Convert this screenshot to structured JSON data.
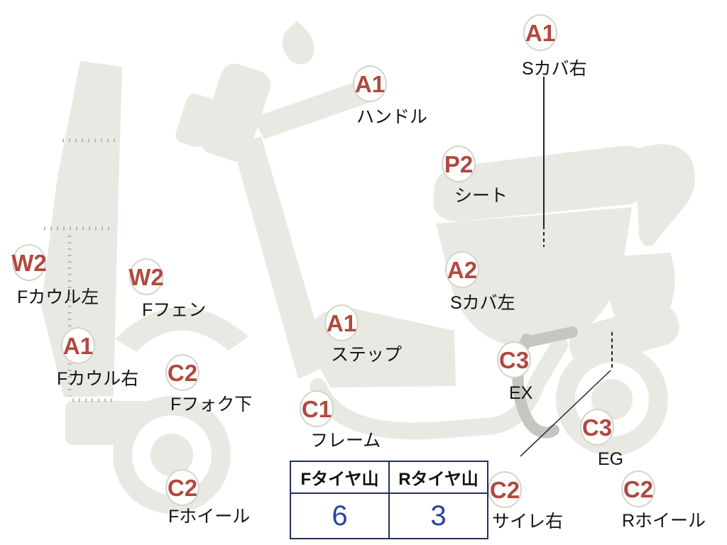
{
  "diagram_type": "vehicle-condition-map",
  "markers": [
    {
      "grade": "A1",
      "part": "Sカバ右"
    },
    {
      "grade": "A1",
      "part": "ハンドル"
    },
    {
      "grade": "P2",
      "part": "シート"
    },
    {
      "grade": "W2",
      "part": "Fカウル左"
    },
    {
      "grade": "W2",
      "part": "Fフェン"
    },
    {
      "grade": "A2",
      "part": "Sカバ左"
    },
    {
      "grade": "A1",
      "part": "ステップ"
    },
    {
      "grade": "A1",
      "part": "Fカウル右"
    },
    {
      "grade": "C2",
      "part": "Fフォク下"
    },
    {
      "grade": "C3",
      "part": "EX"
    },
    {
      "grade": "C1",
      "part": "フレーム"
    },
    {
      "grade": "C3",
      "part": "EG"
    },
    {
      "grade": "C2",
      "part": "Fホイール"
    },
    {
      "grade": "C2",
      "part": "サイレ右"
    },
    {
      "grade": "C2",
      "part": "Rホイール"
    }
  ],
  "tire_table": {
    "columns": [
      "Fタイヤ山",
      "Rタイヤ山"
    ],
    "values": [
      "6",
      "3"
    ]
  },
  "colors": {
    "grade_text": "#b0493f",
    "tire_value": "#27459e",
    "table_border": "#23305c",
    "body_fill": "#e9e9e3",
    "pipe_fill": "#c6c6c0"
  }
}
